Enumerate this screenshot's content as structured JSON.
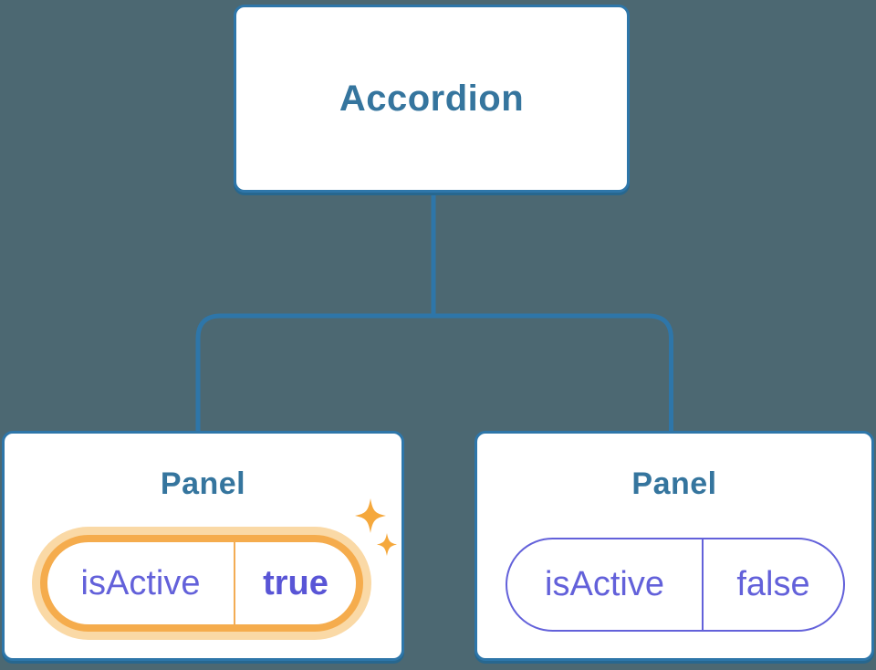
{
  "diagram": {
    "type": "component-tree",
    "root": {
      "label": "Accordion"
    },
    "children": [
      {
        "label": "Panel",
        "state": {
          "name": "isActive",
          "value": "true"
        },
        "highlighted": true,
        "badge_icon": "sparkles-icon"
      },
      {
        "label": "Panel",
        "state": {
          "name": "isActive",
          "value": "false"
        },
        "highlighted": false
      }
    ]
  },
  "colors": {
    "background": "#4C6872",
    "connector_blue": "#2E76A9",
    "node_shadow_blue": "#27678F",
    "node_title_blue": "#35759E",
    "state_purple": "#6361DA",
    "state_value_bold_purple": "#5955D6",
    "highlight_orange": "#F5AC4D",
    "highlight_glow": "#FAD9A6",
    "sparkle_orange": "#F5A83C"
  }
}
